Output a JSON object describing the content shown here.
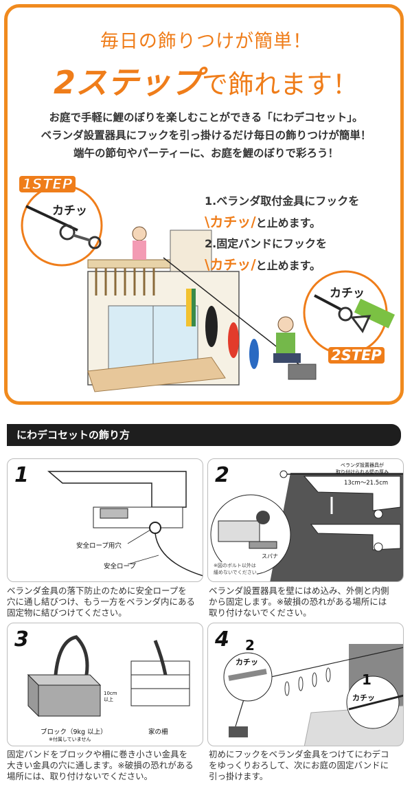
{
  "headline": {
    "line1": "毎日の飾りつけが簡単！",
    "step_count": "2ステップ",
    "line2_rest": "で飾れます！"
  },
  "intro": [
    "お庭で手軽に鯉のぼりを楽しむことができる「にわデコセット」。",
    "ベランダ設置器具にフックを引っ掛けるだけ毎日の飾りつけが簡単！",
    "端午の節句やパーティーに、お庭を鯉のぼりで彩ろう！"
  ],
  "steps_text": {
    "s1_a": "1.ベランダ取付金具にフックを",
    "s1_kachi": "カチッ",
    "s1_b": "と止めます。",
    "s2_a": "2.固定バンドにフックを",
    "s2_kachi": "カチッ",
    "s2_b": "と止めます。"
  },
  "illustration": {
    "step1_badge": "1STEP",
    "step2_badge": "2STEP",
    "kachi": "カチッ"
  },
  "section_title": "にわデコセットの飾り方",
  "cards": [
    {
      "num": "1",
      "labels": {
        "rope_hole": "安全ロープ用穴",
        "rope": "安全ロープ"
      },
      "caption": [
        "ベランダ金具の落下防止のために安全ロープを",
        "穴に通し結びつけ、もう一方をベランダ内にある",
        "固定物に結びつけてください。"
      ]
    },
    {
      "num": "2",
      "labels": {
        "note_top": "ベランダ設置器具が\n取り付けられる壁の厚み",
        "thickness": "13cm〜21.5cm",
        "spanner": "スパナ",
        "bolt_note": "※図のボルト以外は\n緩めないでください"
      },
      "caption": [
        "ベランダ設置器具を壁にはめ込み、外側と内側",
        "から固定します。※破損の恐れがある場所には",
        "取り付けないでください。"
      ]
    },
    {
      "num": "3",
      "labels": {
        "height": "10cm\n以上",
        "block": "ブロック（9kg 以上）",
        "block_note": "※付属していません",
        "fence": "家の柵"
      },
      "caption": [
        "固定バンドをブロックや柵に巻き小さい金具を",
        "大きい金具の穴に通します。※破損の恐れがある",
        "場所には、取り付けないでください。"
      ]
    },
    {
      "num": "4",
      "labels": {
        "n2": "2",
        "n1": "1",
        "kachi_a": "カチッ",
        "kachi_b": "カチッ"
      },
      "caption": [
        "初めにフックをベランダ金具をつけてにわデコ",
        "をゆっくりおろして、次にお庭の固定バンドに",
        "引っ掛けます。"
      ]
    }
  ],
  "colors": {
    "accent": "#ef7d1a",
    "green": "#7bc143",
    "dark": "#1e1e1e"
  }
}
